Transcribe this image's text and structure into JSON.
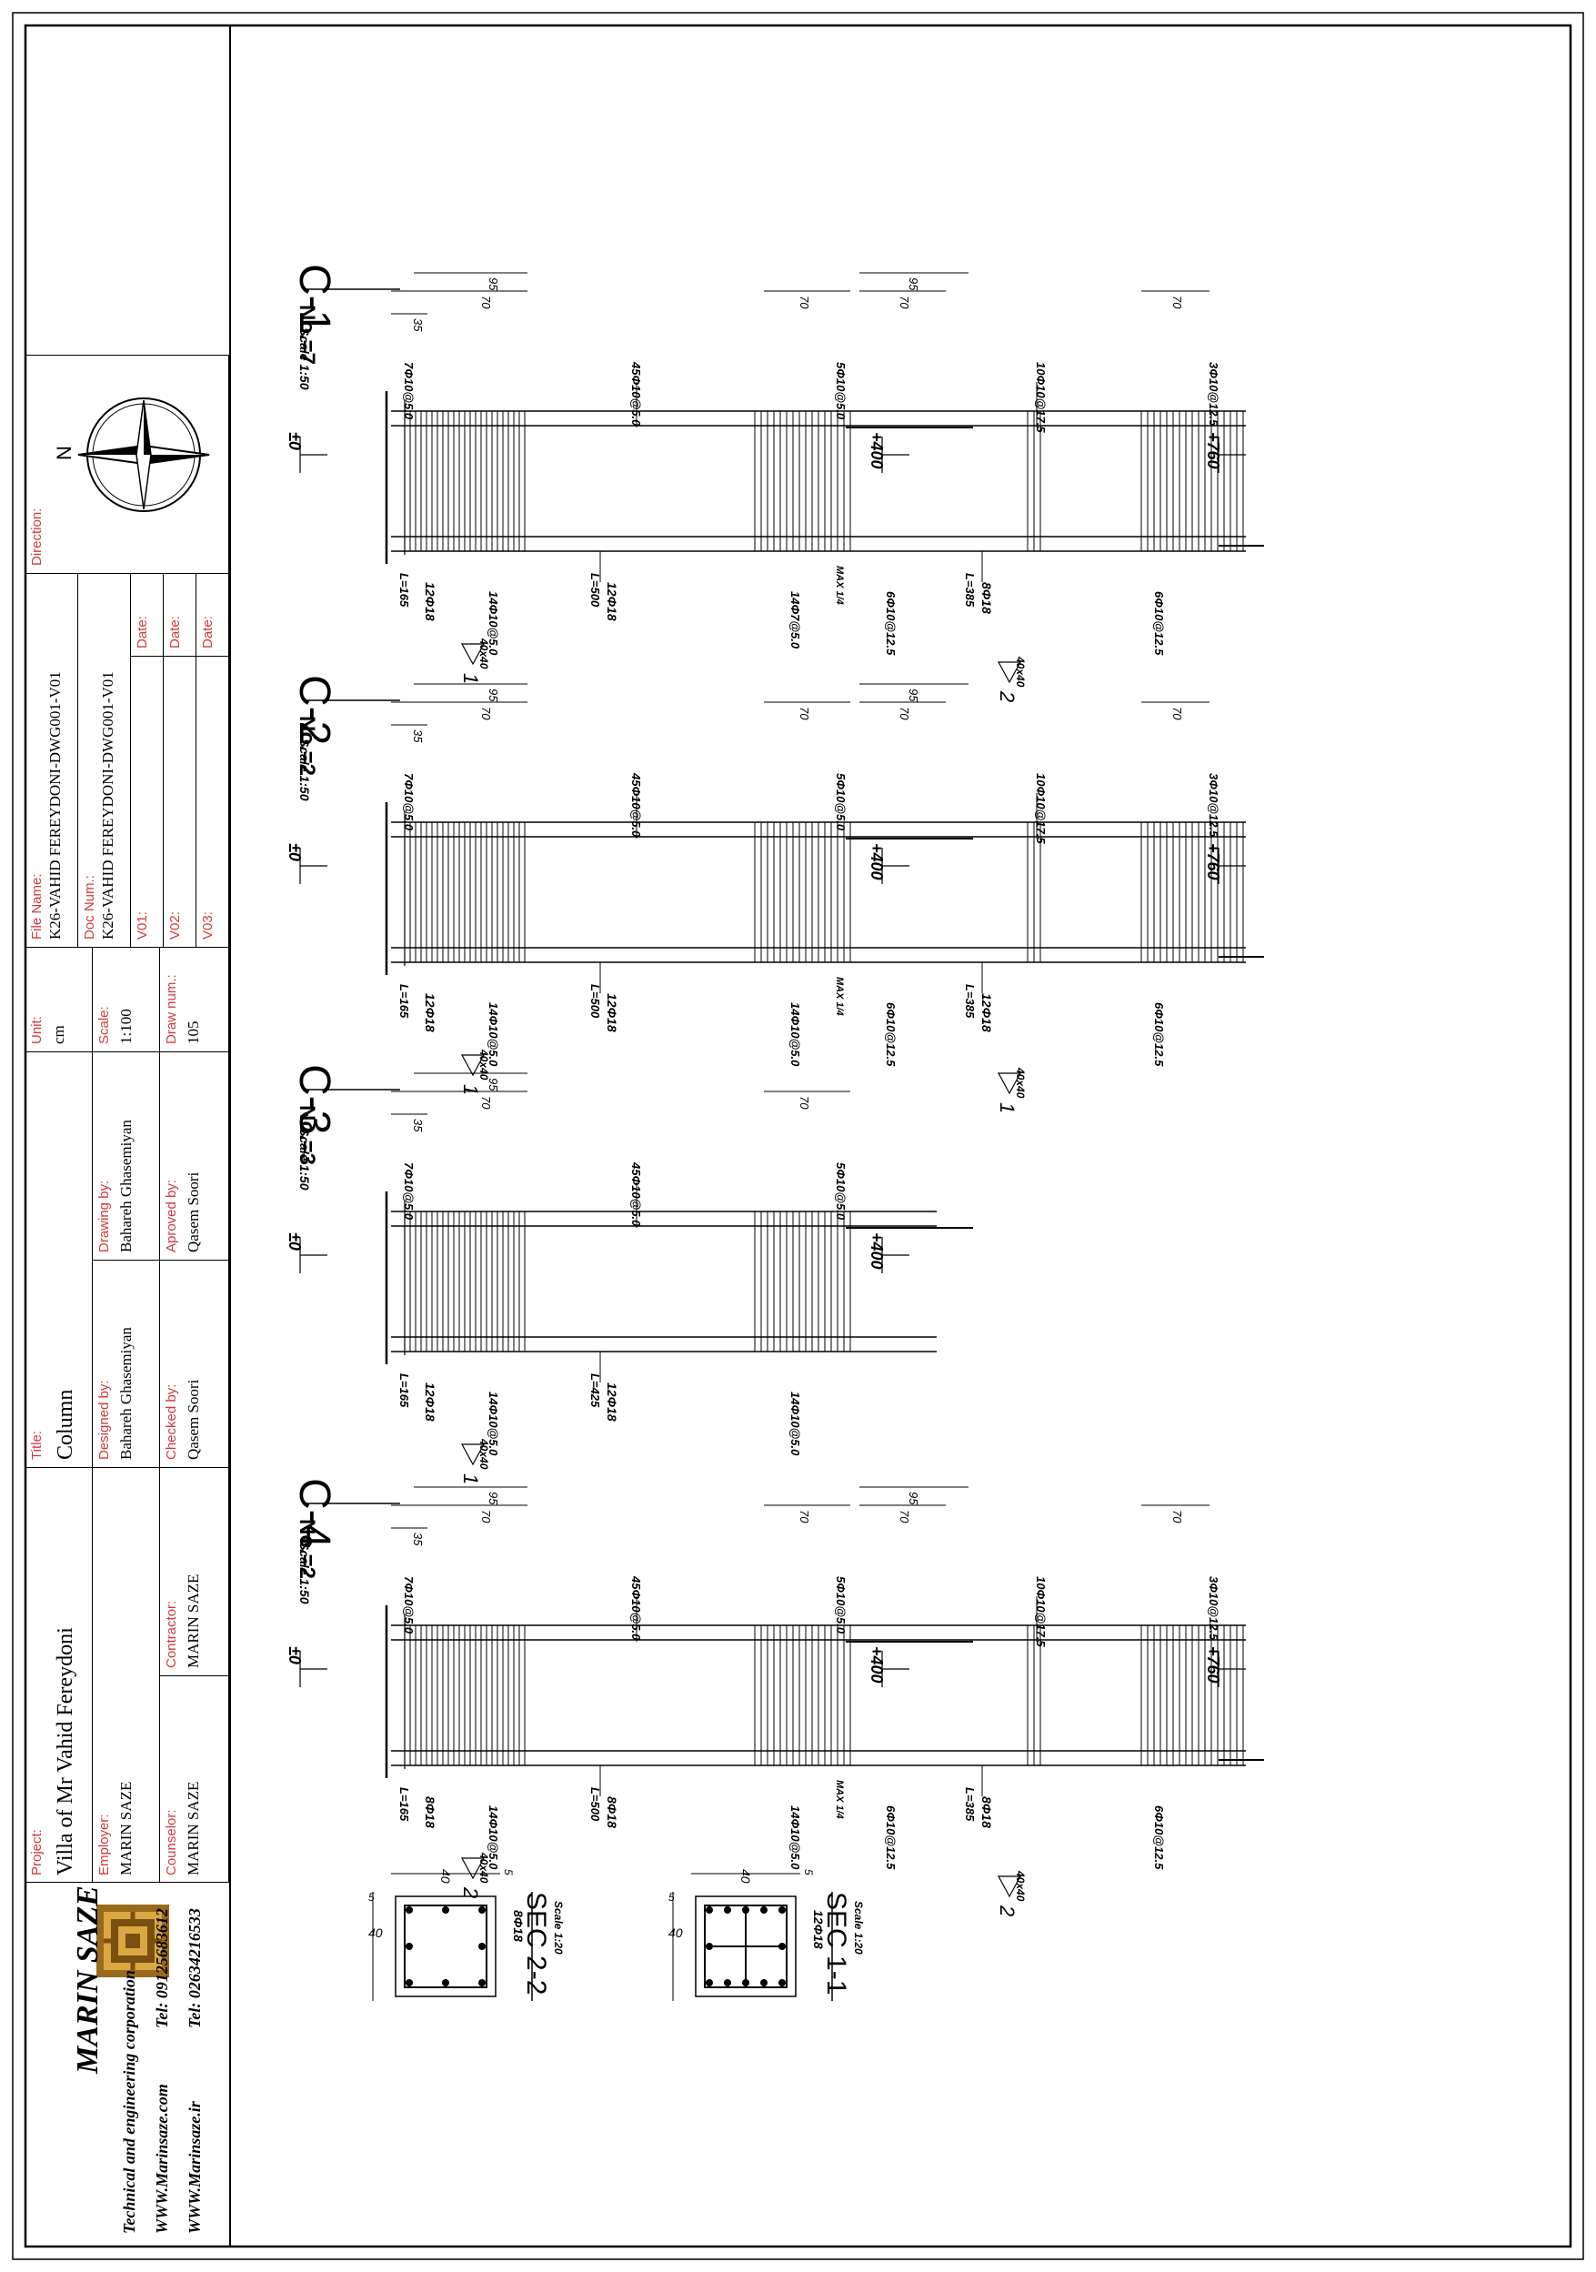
{
  "titleblock": {
    "company": {
      "name": "MARIN SAZE",
      "tagline": "Technical and engineering corporation",
      "website1": "WWW.Marinsaze.com",
      "tel1": "Tel: 09125683612",
      "website2": "WWW.Marinsaze.ir",
      "tel2": "Tel: 02634216533"
    },
    "project": {
      "label": "Project:",
      "value": "Villa of Mr Vahid Fereydoni"
    },
    "employer": {
      "label": "Employer:",
      "value": "MARIN SAZE"
    },
    "counselor": {
      "label": "Counselor:",
      "value": "MARIN SAZE"
    },
    "contractor": {
      "label": "Contractor:",
      "value": "MARIN SAZE"
    },
    "title": {
      "label": "Title:",
      "value": "Column"
    },
    "designed_by": {
      "label": "Designed by:",
      "value": "Bahareh Ghasemiyan"
    },
    "checked_by": {
      "label": "Checked by:",
      "value": "Qasem Soori"
    },
    "drawing_by": {
      "label": "Drawing by:",
      "value": "Bahareh Ghasemiyan"
    },
    "approved_by": {
      "label": "Aproved by:",
      "value": "Qasem Soori"
    },
    "unit": {
      "label": "Unit:",
      "value": "cm"
    },
    "scale": {
      "label": "Scale:",
      "value": "1:100"
    },
    "draw_num": {
      "label": "Draw num.:",
      "value": "105"
    },
    "file_name": {
      "label": "File Name:",
      "value": "K26-VAHID FEREYDONI-DWG001-V01"
    },
    "doc_num": {
      "label": "Doc Num.:",
      "value": "K26-VAHID FEREYDONI-DWG001-V01"
    },
    "v01": {
      "label": "V01:",
      "date_label": "Date:"
    },
    "v02": {
      "label": "V02:",
      "date_label": "Date:"
    },
    "v03": {
      "label": "V03:",
      "date_label": "Date:"
    },
    "direction": {
      "label": "Direction:",
      "north": "N"
    }
  },
  "columns": [
    {
      "name": "C-1",
      "count": "No.=7",
      "scale": "Scale 1:50",
      "levels": [
        "±0",
        "+400",
        "+760"
      ],
      "section_tags": [
        {
          "num": "1",
          "size": "40x40"
        },
        {
          "num": "2",
          "size": "40x40"
        }
      ],
      "notes": [
        "7Φ10@5.0",
        "45Φ10@5.0",
        "5Φ10@5.0",
        "10Φ10@17.5",
        "3Φ10@12.5",
        "12Φ18",
        "L=165",
        "12Φ18",
        "L=500",
        "14Φ10@5.0",
        "14Φ7@5.0",
        "6Φ10@12.5",
        "8Φ18",
        "L=385",
        "6Φ10@12.5",
        "MAX 1/4"
      ],
      "dims": [
        "95",
        "70",
        "35",
        "70",
        "95",
        "70",
        "70"
      ]
    },
    {
      "name": "C-2",
      "count": "No.=2",
      "scale": "Scale 1:50",
      "levels": [
        "±0",
        "+400",
        "+760"
      ],
      "section_tags": [
        {
          "num": "1",
          "size": "40x40"
        },
        {
          "num": "1",
          "size": "40x40"
        }
      ],
      "notes": [
        "7Φ10@5.0",
        "45Φ10@5.0",
        "5Φ10@5.0",
        "10Φ10@17.5",
        "3Φ10@12.5",
        "12Φ18",
        "L=165",
        "12Φ18",
        "L=500",
        "14Φ10@5.0",
        "14Φ10@5.0",
        "6Φ10@12.5",
        "12Φ18",
        "L=385",
        "6Φ10@12.5",
        "MAX 1/4"
      ],
      "dims": [
        "95",
        "70",
        "35",
        "70",
        "95",
        "70",
        "70"
      ]
    },
    {
      "name": "C-3",
      "count": "No.=3",
      "scale": "Scale 1:50",
      "levels": [
        "±0",
        "+400"
      ],
      "section_tags": [
        {
          "num": "1",
          "size": "40x40"
        }
      ],
      "notes": [
        "7Φ10@5.0",
        "45Φ10@5.0",
        "5Φ10@5.0",
        "12Φ18",
        "L=165",
        "12Φ18",
        "L=425",
        "14Φ10@5.0",
        "14Φ10@5.0"
      ],
      "dims": [
        "95",
        "70",
        "35",
        "70"
      ]
    },
    {
      "name": "C-4",
      "count": "No.=2",
      "scale": "Scale 1:50",
      "levels": [
        "±0",
        "+400",
        "+760"
      ],
      "section_tags": [
        {
          "num": "2",
          "size": "40x40"
        },
        {
          "num": "2",
          "size": "40x40"
        }
      ],
      "notes": [
        "7Φ10@5.0",
        "45Φ10@5.0",
        "5Φ10@5.0",
        "10Φ10@17.5",
        "3Φ10@12.5",
        "8Φ18",
        "L=165",
        "8Φ18",
        "L=500",
        "14Φ10@5.0",
        "14Φ10@5.0",
        "6Φ10@12.5",
        "8Φ18",
        "L=385",
        "6Φ10@12.5",
        "MAX 1/4"
      ],
      "dims": [
        "95",
        "70",
        "35",
        "70",
        "95",
        "70",
        "70"
      ]
    }
  ],
  "sections": [
    {
      "name": "SEC 1-1",
      "bars": "12Φ18",
      "scale": "Scale 1:20",
      "width": "40",
      "cover": "5"
    },
    {
      "name": "SEC 2-2",
      "bars": "8Φ18",
      "scale": "Scale 1:20",
      "width": "40",
      "cover": "5"
    }
  ]
}
